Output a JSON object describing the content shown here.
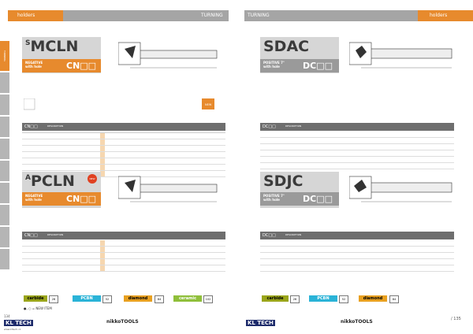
{
  "left_page": {
    "header_left": "holders",
    "header_right": "TURNING",
    "page_number": "134",
    "website": "www.kltech.cz"
  },
  "right_page": {
    "header_left": "TURNING",
    "header_right": "holders",
    "page_number": "/ 135"
  },
  "side_tabs": [
    "TURNING",
    "",
    "",
    "",
    "",
    "",
    "",
    "",
    "",
    ""
  ],
  "sections": {
    "smcln": {
      "title_sup": "S",
      "title": "MCLN",
      "sub1": "NEGATIVE",
      "sub2": "with hole",
      "insert_code": "CN□□",
      "table_header": "CN□□",
      "col1": "DESCRIPTION"
    },
    "apcln": {
      "title_sup": "A",
      "title": "PCLN",
      "sub1": "NEGATIVE",
      "sub2": "with hole",
      "insert_code": "CN□□",
      "table_header": "CN□□",
      "col1": "DESCRIPTION",
      "new_badge": "NEW"
    },
    "sdac": {
      "title": "SDAC",
      "sub1": "POSITIVE 7°",
      "sub2": "with hole",
      "insert_code": "DC□□",
      "table_header": "DC□□",
      "col1": "DESCRIPTION"
    },
    "sdjc": {
      "title": "SDJC",
      "sub1": "POSITIVE 7°",
      "sub2": "with hole",
      "insert_code": "DC□□",
      "table_header": "DC□□",
      "col1": "DESCRIPTION"
    }
  },
  "legend_left": [
    {
      "label": "carbide",
      "num": "26",
      "color": "#9aa51a"
    },
    {
      "label": "PCBN",
      "num": "52",
      "color": "#2ab3d7"
    },
    {
      "label": "diamond",
      "num": "84",
      "color": "#e8a020"
    },
    {
      "label": "ceramic",
      "num": "102",
      "color": "#8fbf3a"
    }
  ],
  "legend_right": [
    {
      "label": "carbide",
      "num": "26",
      "color": "#9aa51a"
    },
    {
      "label": "PCBN",
      "num": "52",
      "color": "#2ab3d7"
    },
    {
      "label": "diamond",
      "num": "84",
      "color": "#e8a020"
    }
  ],
  "footnote": "●, ○ = NEW ITEM",
  "brand_kl": "KL TECH",
  "brand_niko": "nikkoTOOLS",
  "colors": {
    "header_orange": "#e78a2d",
    "header_gray": "#9a9a9a",
    "table_header": "#6e6e6e"
  }
}
